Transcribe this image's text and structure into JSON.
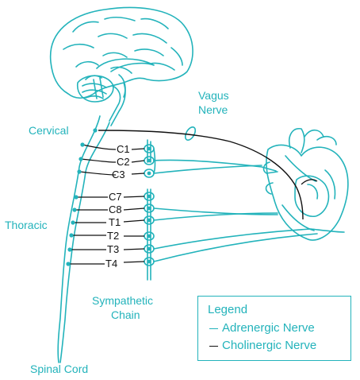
{
  "labels": {
    "cervical": "Cervical",
    "thoracic": "Thoracic",
    "spinal_cord": "Spinal Cord",
    "vagus_line1": "Vagus",
    "vagus_line2": "Nerve",
    "chain_line1": "Sympathetic",
    "chain_line2": "Chain"
  },
  "segments": [
    "C1",
    "C2",
    "C3",
    "C7",
    "C8",
    "T1",
    "T2",
    "T3",
    "T4"
  ],
  "legend": {
    "title": "Legend",
    "adrenergic": "Adrenergic Nerve",
    "cholinergic": "Cholinergic Nerve"
  },
  "colors": {
    "teal": "#23b3bb",
    "black": "#111111"
  }
}
